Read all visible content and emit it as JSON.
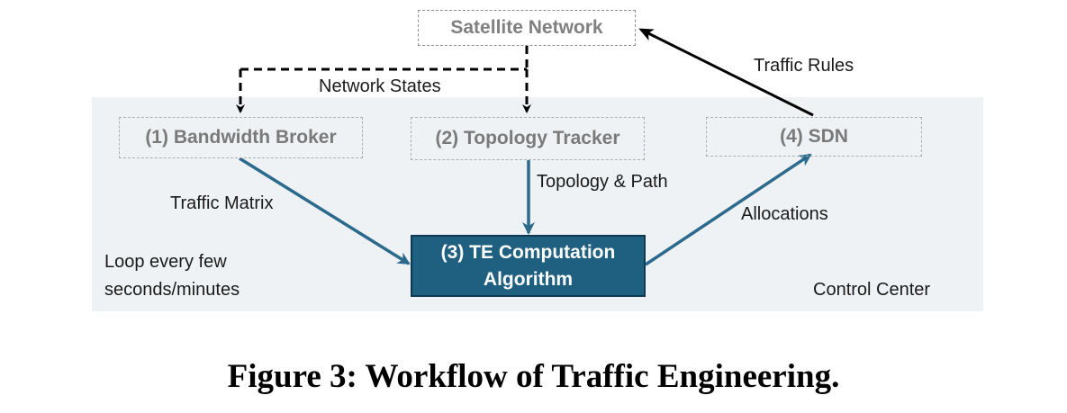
{
  "nodes": {
    "satellite": "Satellite Network",
    "broker": "(1) Bandwidth Broker",
    "tracker": "(2) Topology Tracker",
    "te_line1": "(3) TE Computation",
    "te_line2": "Algorithm",
    "sdn": "(4) SDN"
  },
  "labels": {
    "network_states": "Network States",
    "traffic_rules": "Traffic Rules",
    "traffic_matrix": "Traffic Matrix",
    "topology_path": "Topology & Path",
    "allocations": "Allocations",
    "loop_line1": "Loop every few",
    "loop_line2": "seconds/minutes",
    "control_center": "Control Center"
  },
  "caption": "Figure 3: Workflow of Traffic Engineering.",
  "colors": {
    "flow_arrow": "#2b6a8d",
    "te_fill": "#1f5f7f",
    "panel": "#eef2f4"
  }
}
